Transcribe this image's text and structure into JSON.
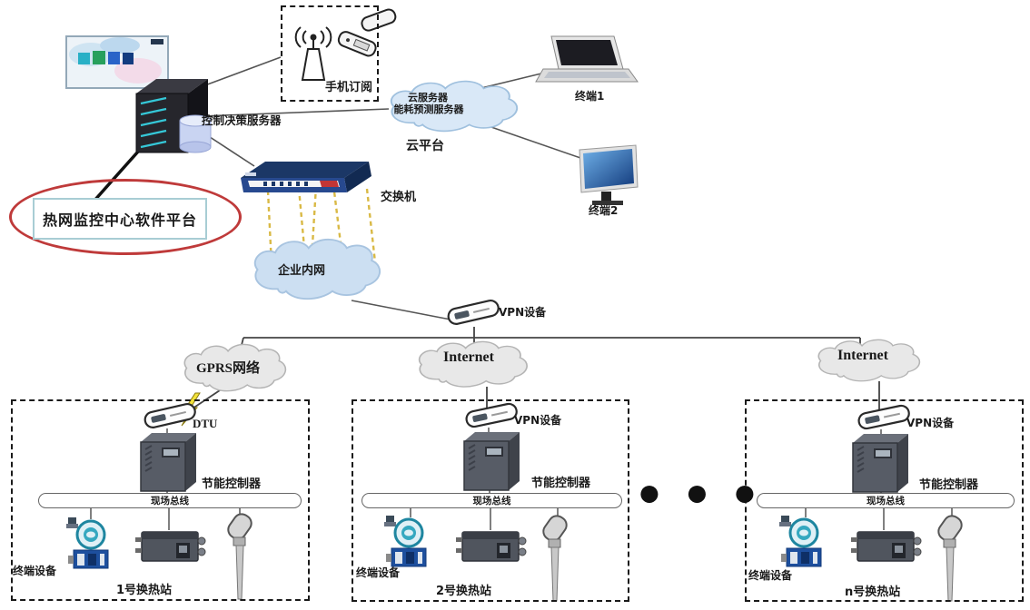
{
  "platform": {
    "label": "热网监控中心软件平台"
  },
  "server": {
    "label": "控制决策服务器"
  },
  "mobile": {
    "label": "手机订阅"
  },
  "cloud": {
    "line1": "云服务器",
    "line2": "能耗预测服务器",
    "caption": "云平台"
  },
  "terminal1": {
    "label": "终端1"
  },
  "terminal2": {
    "label": "终端2"
  },
  "switch": {
    "label": "交换机"
  },
  "intranet": {
    "label": "企业内网"
  },
  "vpn_gateway": {
    "label": "VPN设备"
  },
  "networks": {
    "gprs": "GPRS网络",
    "internet_center": "Internet",
    "internet_right": "Internet"
  },
  "ellipsis": "● ● ●",
  "stations": [
    {
      "uplink": "DTU",
      "controller": "节能控制器",
      "bus": "现场总线",
      "devices": "终端设备",
      "name": "1号换热站"
    },
    {
      "uplink": "VPN设备",
      "controller": "节能控制器",
      "bus": "现场总线",
      "devices": "终端设备",
      "name": "2号换热站"
    },
    {
      "uplink": "VPN设备",
      "controller": "节能控制器",
      "bus": "现场总线",
      "devices": "终端设备",
      "name": "n号换热站"
    }
  ],
  "colors": {
    "highlight_ellipse": "#bf3a3a",
    "switch_body": "#27498f",
    "cloud_blue": "#d9e8f7",
    "cloud_gray": "#e8e8e8",
    "cable_yellow": "#d9b945",
    "controller_gray": "#575c66",
    "server_dark": "#26262c"
  }
}
